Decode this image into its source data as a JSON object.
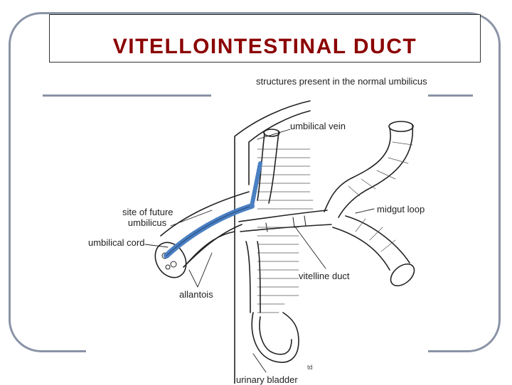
{
  "slide": {
    "title": "VITELLOINTESTINAL DUCT"
  },
  "diagram": {
    "labels": {
      "structures": "structures present in the normal umbilicus",
      "umbilical_vein": "umbilical vein",
      "midgut_loop": "midgut loop",
      "future_umbilicus_1": "site of future",
      "future_umbilicus_2": "umbilicus",
      "umbilical_cord": "umbilical cord",
      "vitelline_duct": "vitelline duct",
      "allantois": "allantois",
      "urinary_bladder": "urinary bladder"
    },
    "colors": {
      "highlight_vessel": "#4a7fc1",
      "line": "#222222",
      "frame": "#8a93a6",
      "title": "#8b0000"
    }
  }
}
